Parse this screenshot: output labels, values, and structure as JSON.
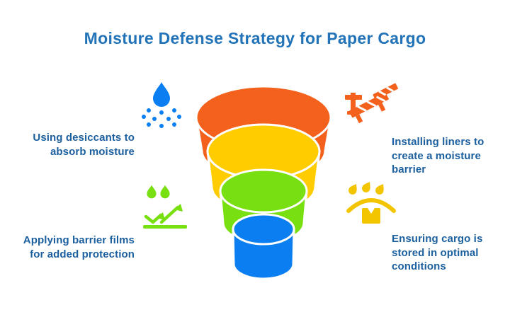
{
  "title": "Moisture Defense Strategy for Paper Cargo",
  "colors": {
    "background": "#FFFFFF",
    "title_blue": "#2273B7",
    "body_text_blue": "#1B5F9E",
    "outline_white": "#FFFFFF"
  },
  "funnel": {
    "layers": [
      {
        "name": "stage-1",
        "color": "#F4611C"
      },
      {
        "name": "stage-2",
        "color": "#FFCC00"
      },
      {
        "name": "stage-3",
        "color": "#78DF10"
      },
      {
        "name": "stage-4",
        "color": "#0B7FF2"
      }
    ]
  },
  "items": {
    "top_left": {
      "icon": "droplet-spray-icon",
      "color": "#0B7FF2",
      "lines": [
        "Using desiccants to",
        "absorb moisture"
      ]
    },
    "top_right": {
      "icon": "crossed-barriers-icon",
      "color": "#F4611C",
      "lines": [
        "Installing liners to",
        "create a moisture",
        "barrier"
      ]
    },
    "bottom_left": {
      "icon": "bounce-arrows-icon",
      "color": "#78DF10",
      "lines": [
        "Applying barrier films",
        "for added protection"
      ]
    },
    "bottom_right": {
      "icon": "protected-cargo-icon",
      "color": "#F2C500",
      "lines": [
        "Ensuring cargo is",
        "stored in optimal",
        "conditions"
      ]
    }
  }
}
